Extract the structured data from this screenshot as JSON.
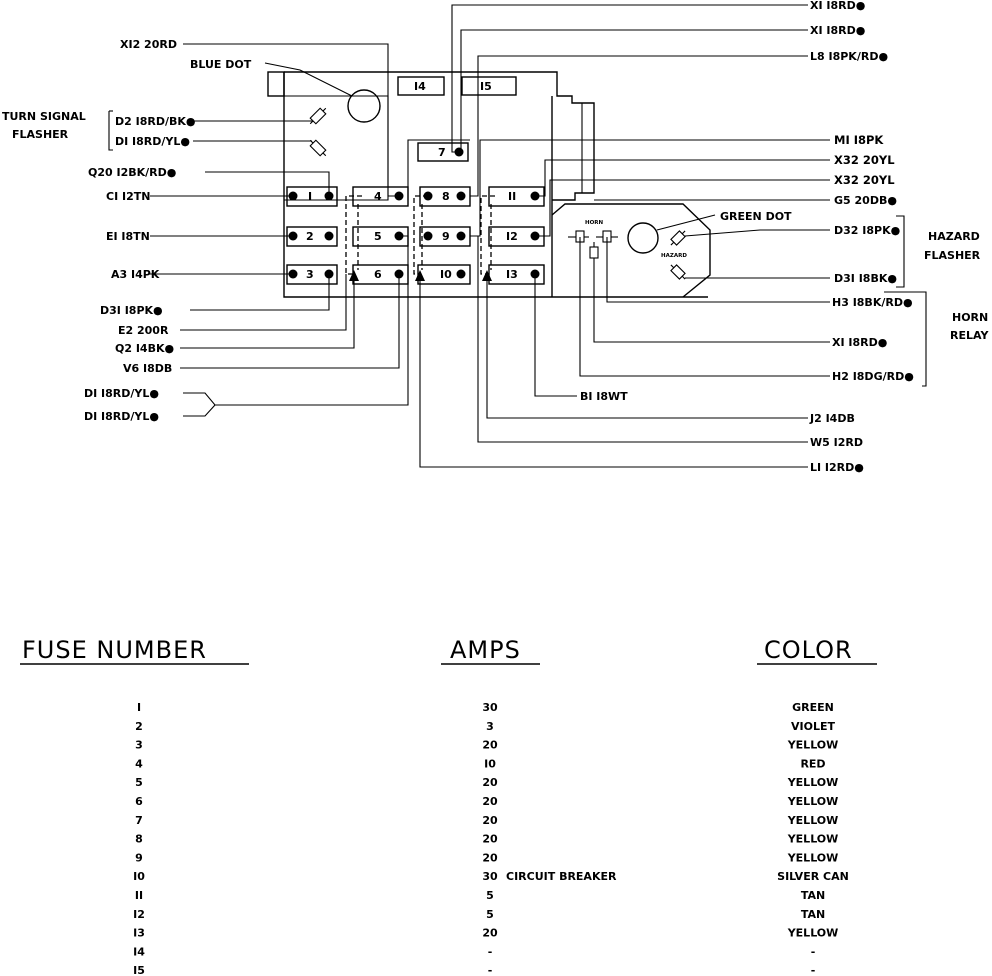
{
  "labels": {
    "x1_top": "XI I8RD●",
    "x1_top2": "XI I8RD●",
    "l8": "L8 I8PK/RD●",
    "x12": "XI2 20RD",
    "blue_dot": "BLUE DOT",
    "turn_signal_flasher_l1": "TURN SIGNAL",
    "turn_signal_flasher_l2": "FLASHER",
    "d2": "D2 I8RD/BK●",
    "d1_a": "DI I8RD/YL●",
    "q20": "Q20 I2BK/RD●",
    "c1": "CI I2TN",
    "e1": "EI I8TN",
    "a3": "A3 I4PK",
    "d31_left": "D3I I8PK●",
    "e2": "E2 200R",
    "q2": "Q2 I4BK●",
    "v6": "V6 I8DB",
    "d1_b": "DI I8RD/YL●",
    "d1_c": "DI I8RD/YL●",
    "m1": "MI I8PK",
    "x32_a": "X32 20YL",
    "x32_b": "X32 20YL",
    "g5": "G5 20DB●",
    "green_dot": "GREEN DOT",
    "d32": "D32 I8PK●",
    "d31_right": "D3I I8BK●",
    "hazard_flasher_l1": "HAZARD",
    "hazard_flasher_l2": "FLASHER",
    "h3": "H3 I8BK/RD●",
    "horn_relay_l1": "HORN",
    "horn_relay_l2": "RELAY",
    "x1_right": "XI I8RD●",
    "h2": "H2 I8DG/RD●",
    "b1": "BI I8WT",
    "j2": "J2 I4DB",
    "w5": "W5 I2RD",
    "l1": "LI I2RD●",
    "horn_tag": "HORN",
    "hazard_tag": "HAZARD"
  },
  "fuses": [
    "I",
    "2",
    "3",
    "4",
    "5",
    "6",
    "7",
    "8",
    "9",
    "I0",
    "II",
    "I2",
    "I3",
    "I4",
    "I5"
  ],
  "table": {
    "headers": {
      "fuse": "FUSE NUMBER",
      "amps": "AMPS",
      "color": "COLOR"
    },
    "rows": [
      {
        "fuse": "I",
        "amps": "30",
        "note": "",
        "color": "GREEN"
      },
      {
        "fuse": "2",
        "amps": "3",
        "note": "",
        "color": "VIOLET"
      },
      {
        "fuse": "3",
        "amps": "20",
        "note": "",
        "color": "YELLOW"
      },
      {
        "fuse": "4",
        "amps": "I0",
        "note": "",
        "color": "RED"
      },
      {
        "fuse": "5",
        "amps": "20",
        "note": "",
        "color": "YELLOW"
      },
      {
        "fuse": "6",
        "amps": "20",
        "note": "",
        "color": "YELLOW"
      },
      {
        "fuse": "7",
        "amps": "20",
        "note": "",
        "color": "YELLOW"
      },
      {
        "fuse": "8",
        "amps": "20",
        "note": "",
        "color": "YELLOW"
      },
      {
        "fuse": "9",
        "amps": "20",
        "note": "",
        "color": "YELLOW"
      },
      {
        "fuse": "I0",
        "amps": "30",
        "note": "CIRCUIT BREAKER",
        "color": "SILVER CAN"
      },
      {
        "fuse": "II",
        "amps": "5",
        "note": "",
        "color": "TAN"
      },
      {
        "fuse": "I2",
        "amps": "5",
        "note": "",
        "color": "TAN"
      },
      {
        "fuse": "I3",
        "amps": "20",
        "note": "",
        "color": "YELLOW"
      },
      {
        "fuse": "I4",
        "amps": "-",
        "note": "",
        "color": "-"
      },
      {
        "fuse": "I5",
        "amps": "-",
        "note": "",
        "color": "-"
      }
    ]
  }
}
